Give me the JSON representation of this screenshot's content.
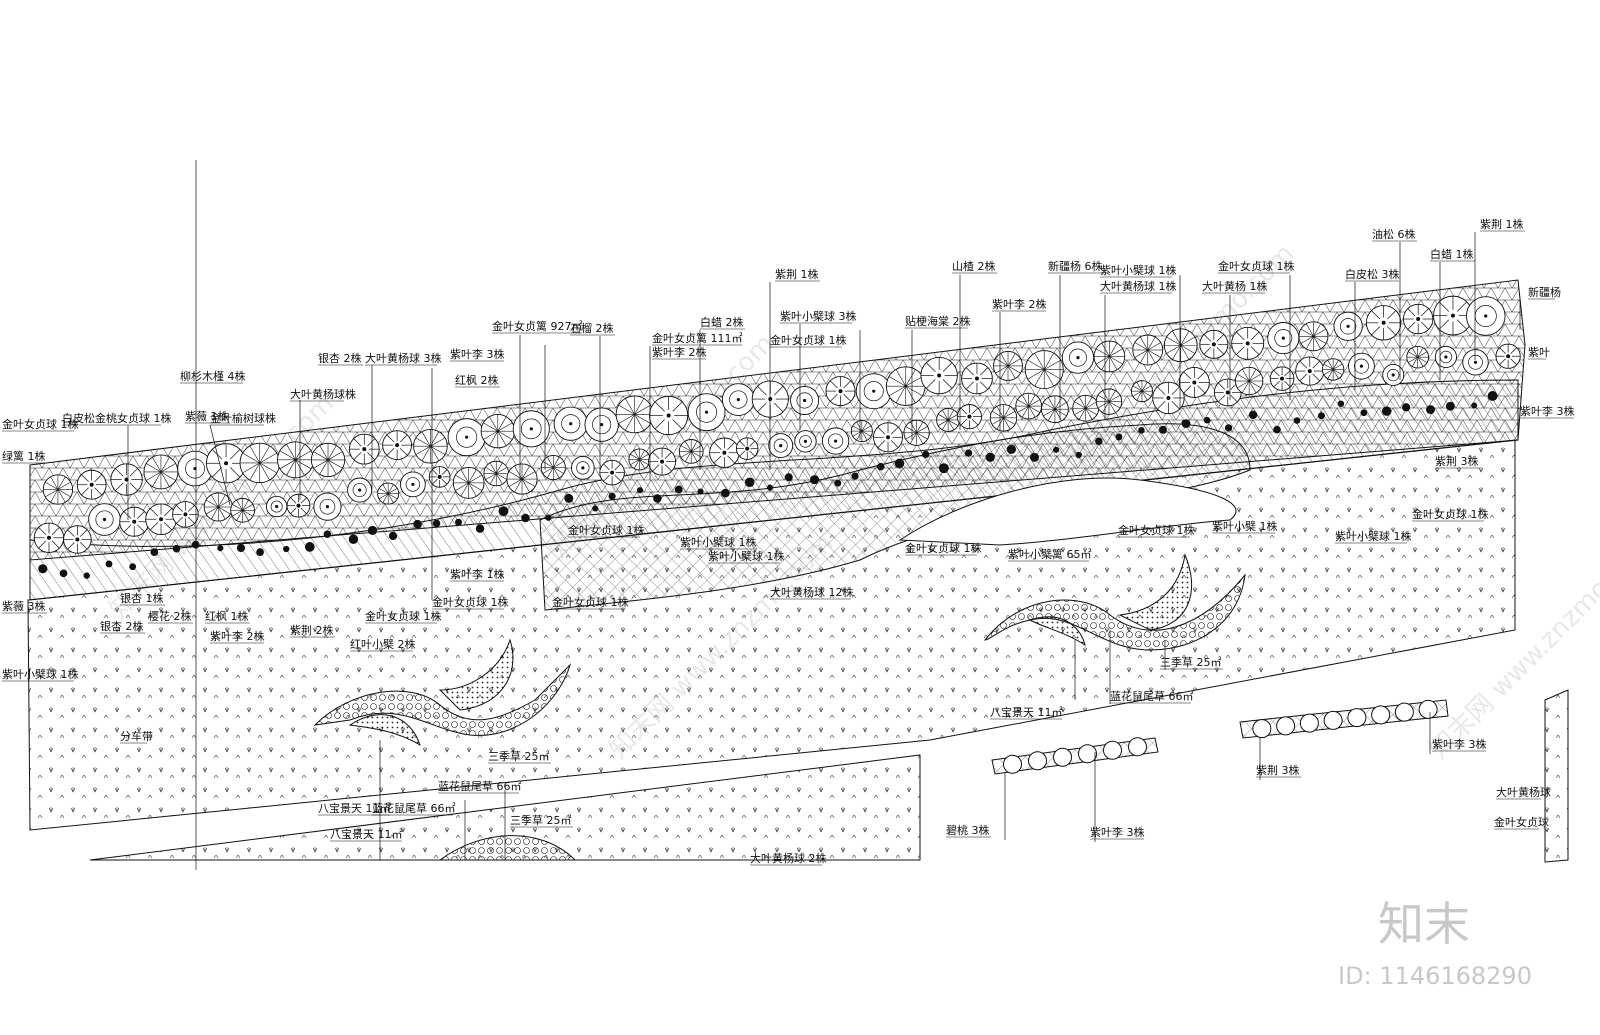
{
  "brand": {
    "logo_text": "知末",
    "id_text": "ID: 1146168290",
    "watermark": "知末网 www.znzmo.com"
  },
  "colors": {
    "ink": "#111111",
    "watermark": "#dcdcdc",
    "background": "#ffffff"
  },
  "top_labels": [
    {
      "id": "t1",
      "text": "金叶女贞球 1株"
    },
    {
      "id": "t2",
      "text": "绿篱 1株"
    },
    {
      "id": "t3",
      "text": "白皮松金桃女贞球 1株"
    },
    {
      "id": "t4",
      "text": "柳杉木槿 4株"
    },
    {
      "id": "t5",
      "text": "紫薇 1株"
    },
    {
      "id": "t6",
      "text": "金叶榆树球株"
    },
    {
      "id": "t7",
      "text": "大叶黄杨球株"
    },
    {
      "id": "t8",
      "text": "银杏 2株"
    },
    {
      "id": "t9",
      "text": "大叶黄杨球 3株"
    },
    {
      "id": "t10",
      "text": "金叶女贞篱 927㎡"
    },
    {
      "id": "t11",
      "text": "紫叶李 3株"
    },
    {
      "id": "t12",
      "text": "红枫 2株"
    },
    {
      "id": "t13",
      "text": "石榴 2株"
    },
    {
      "id": "t14",
      "text": "白蜡 2株"
    },
    {
      "id": "t15",
      "text": "金叶女贞篱 111㎡"
    },
    {
      "id": "t16",
      "text": "紫叶李 2株"
    },
    {
      "id": "t17",
      "text": "紫荆 1株"
    },
    {
      "id": "t18",
      "text": "紫叶小檗球 3株"
    },
    {
      "id": "t19",
      "text": "金叶女贞球 1株"
    },
    {
      "id": "t20",
      "text": "贴梗海棠 2株"
    },
    {
      "id": "t21",
      "text": "山楂 2株"
    },
    {
      "id": "t22",
      "text": "紫叶李 2株"
    },
    {
      "id": "t23",
      "text": "新疆杨 6株"
    },
    {
      "id": "t24",
      "text": "紫叶小檗球 1株"
    },
    {
      "id": "t25",
      "text": "大叶黄杨球 1株"
    },
    {
      "id": "t26",
      "text": "金叶女贞球 1株"
    },
    {
      "id": "t27",
      "text": "大叶黄杨 1株"
    },
    {
      "id": "t28",
      "text": "白皮松 3株"
    },
    {
      "id": "t29",
      "text": "油松 6株"
    },
    {
      "id": "t30",
      "text": "白蜡 1株"
    },
    {
      "id": "t31",
      "text": "紫荆 1株"
    },
    {
      "id": "t32",
      "text": "新疆杨"
    },
    {
      "id": "t33",
      "text": "紫叶"
    }
  ],
  "bottom_labels": [
    {
      "id": "b1",
      "text": "紫薇 3株"
    },
    {
      "id": "b2",
      "text": "银杏 2株"
    },
    {
      "id": "b3",
      "text": "樱花 2株"
    },
    {
      "id": "b4",
      "text": "红枫 1株"
    },
    {
      "id": "b5",
      "text": "银杏 1株"
    },
    {
      "id": "b6",
      "text": "紫叶李 2株"
    },
    {
      "id": "b7",
      "text": "紫叶小檗球 1株"
    },
    {
      "id": "b8",
      "text": "金叶女贞球 1株"
    },
    {
      "id": "b9",
      "text": "紫荆 2株"
    },
    {
      "id": "b10",
      "text": "红叶小檗 2株"
    },
    {
      "id": "b11",
      "text": "金叶女贞球 1株"
    },
    {
      "id": "b12",
      "text": "紫叶李 1株"
    },
    {
      "id": "b13",
      "text": "金叶女贞球 1株"
    },
    {
      "id": "b14",
      "text": "大叶黄杨球 12株"
    },
    {
      "id": "b15",
      "text": "金叶女贞球 1株"
    },
    {
      "id": "b16",
      "text": "紫叶小檗篱 65㎡"
    },
    {
      "id": "b17",
      "text": "金叶女贞球 1株"
    },
    {
      "id": "b18",
      "text": "紫叶小檗球 1株"
    },
    {
      "id": "b19",
      "text": "紫叶小檗球 1株"
    },
    {
      "id": "b20",
      "text": "金叶女贞球 1株"
    },
    {
      "id": "b21",
      "text": "紫叶小檗 1株"
    },
    {
      "id": "b22",
      "text": "紫叶小檗球 1株"
    },
    {
      "id": "b23",
      "text": "金叶女贞球 1株"
    },
    {
      "id": "b24",
      "text": "紫叶李 3株"
    },
    {
      "id": "b25",
      "text": "紫荆 3株"
    }
  ],
  "ground_labels": [
    {
      "id": "g1",
      "text": "分车带"
    },
    {
      "id": "g2",
      "text": "三季草 25㎡"
    },
    {
      "id": "g3",
      "text": "蓝花鼠尾草 66㎡"
    },
    {
      "id": "g4",
      "text": "八宝景天 11㎡"
    },
    {
      "id": "g5",
      "text": "蓝花鼠尾草 66㎡"
    },
    {
      "id": "g6",
      "text": "八宝景天 11㎡"
    },
    {
      "id": "g7",
      "text": "三季草 25㎡"
    },
    {
      "id": "g8",
      "text": "大叶黄杨球 2株"
    },
    {
      "id": "g9",
      "text": "三季草 25㎡"
    },
    {
      "id": "g10",
      "text": "蓝花鼠尾草 66㎡"
    },
    {
      "id": "g11",
      "text": "八宝景天 11㎡"
    }
  ],
  "side_labels": [
    {
      "id": "s1",
      "text": "碧桃 3株"
    },
    {
      "id": "s2",
      "text": "紫叶李 3株"
    },
    {
      "id": "s3",
      "text": "紫荆 3株"
    },
    {
      "id": "s4",
      "text": "紫叶李 3株"
    },
    {
      "id": "s5",
      "text": "大叶黄杨球"
    },
    {
      "id": "s6",
      "text": "金叶女贞球"
    }
  ]
}
